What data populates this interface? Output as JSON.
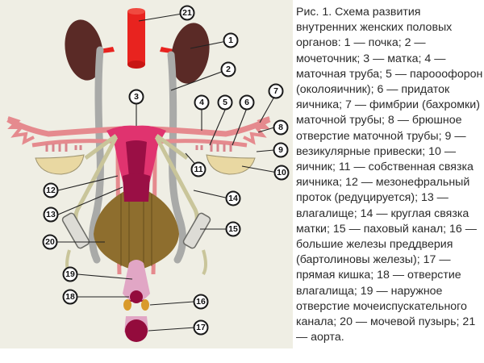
{
  "figure": {
    "caption": "Рис. 1. Схема развития внутренних женских половых органов: 1 — почка; 2 — мочеточник; 3 — матка; 4 — маточная труба; 5 — парооофорон (околояичник); 6 — придаток яичника; 7 — фимбрии (бахромки) маточной трубы; 8 — брюшное отверстие маточной трубы; 9 — везикулярные привески; 10 — яичник; 11 — собственная связка яичника; 12 — мезонефральный проток (редуцируется); 13 — влагалище; 14 — круглая связка матки; 15 — паховый канал; 16 — большие железы преддверия (бартолиновы железы); 17 — прямая кишка;   18 — отверстие влагалища; 19 — наружное отверстие мочеиспускательного канала; 20 — мочевой пузырь; 21 — аорта.",
    "labels": [
      {
        "n": "1",
        "name": "почка"
      },
      {
        "n": "2",
        "name": "мочеточник"
      },
      {
        "n": "3",
        "name": "матка"
      },
      {
        "n": "4",
        "name": "маточная труба"
      },
      {
        "n": "5",
        "name": "парооофорон (околояичник)"
      },
      {
        "n": "6",
        "name": "придаток яичника"
      },
      {
        "n": "7",
        "name": "фимбрии (бахромки) маточной трубы"
      },
      {
        "n": "8",
        "name": "брюшное отверстие маточной трубы"
      },
      {
        "n": "9",
        "name": "везикулярные привески"
      },
      {
        "n": "10",
        "name": "яичник"
      },
      {
        "n": "11",
        "name": "собственная связка яичника"
      },
      {
        "n": "12",
        "name": "мезонефральный проток (редуцируется)"
      },
      {
        "n": "13",
        "name": "влагалище"
      },
      {
        "n": "14",
        "name": "круглая связка матки"
      },
      {
        "n": "15",
        "name": "паховый канал"
      },
      {
        "n": "16",
        "name": "большие железы преддверия (бартолиновы железы)"
      },
      {
        "n": "17",
        "name": "прямая кишка"
      },
      {
        "n": "18",
        "name": "отверстие влагалища"
      },
      {
        "n": "19",
        "name": "наружное отверстие мочеиспускательного канала"
      },
      {
        "n": "20",
        "name": "мочевой пузырь"
      },
      {
        "n": "21",
        "name": "аорта"
      }
    ]
  },
  "colors": {
    "panel_bg": "#efeee4",
    "kidney": "#5a2a26",
    "aorta": "#e8231f",
    "ureter": "#a9aaa8",
    "uterus": "#e0336f",
    "uterus_dark": "#9a0f45",
    "tube": "#e58a8e",
    "ovary": "#e9d8a2",
    "ligament": "#c9c59a",
    "bladder": "#8e6e2e",
    "rectum": "#930b3c",
    "gland": "#d99a2b",
    "vestibule": "#e1a6c5"
  }
}
